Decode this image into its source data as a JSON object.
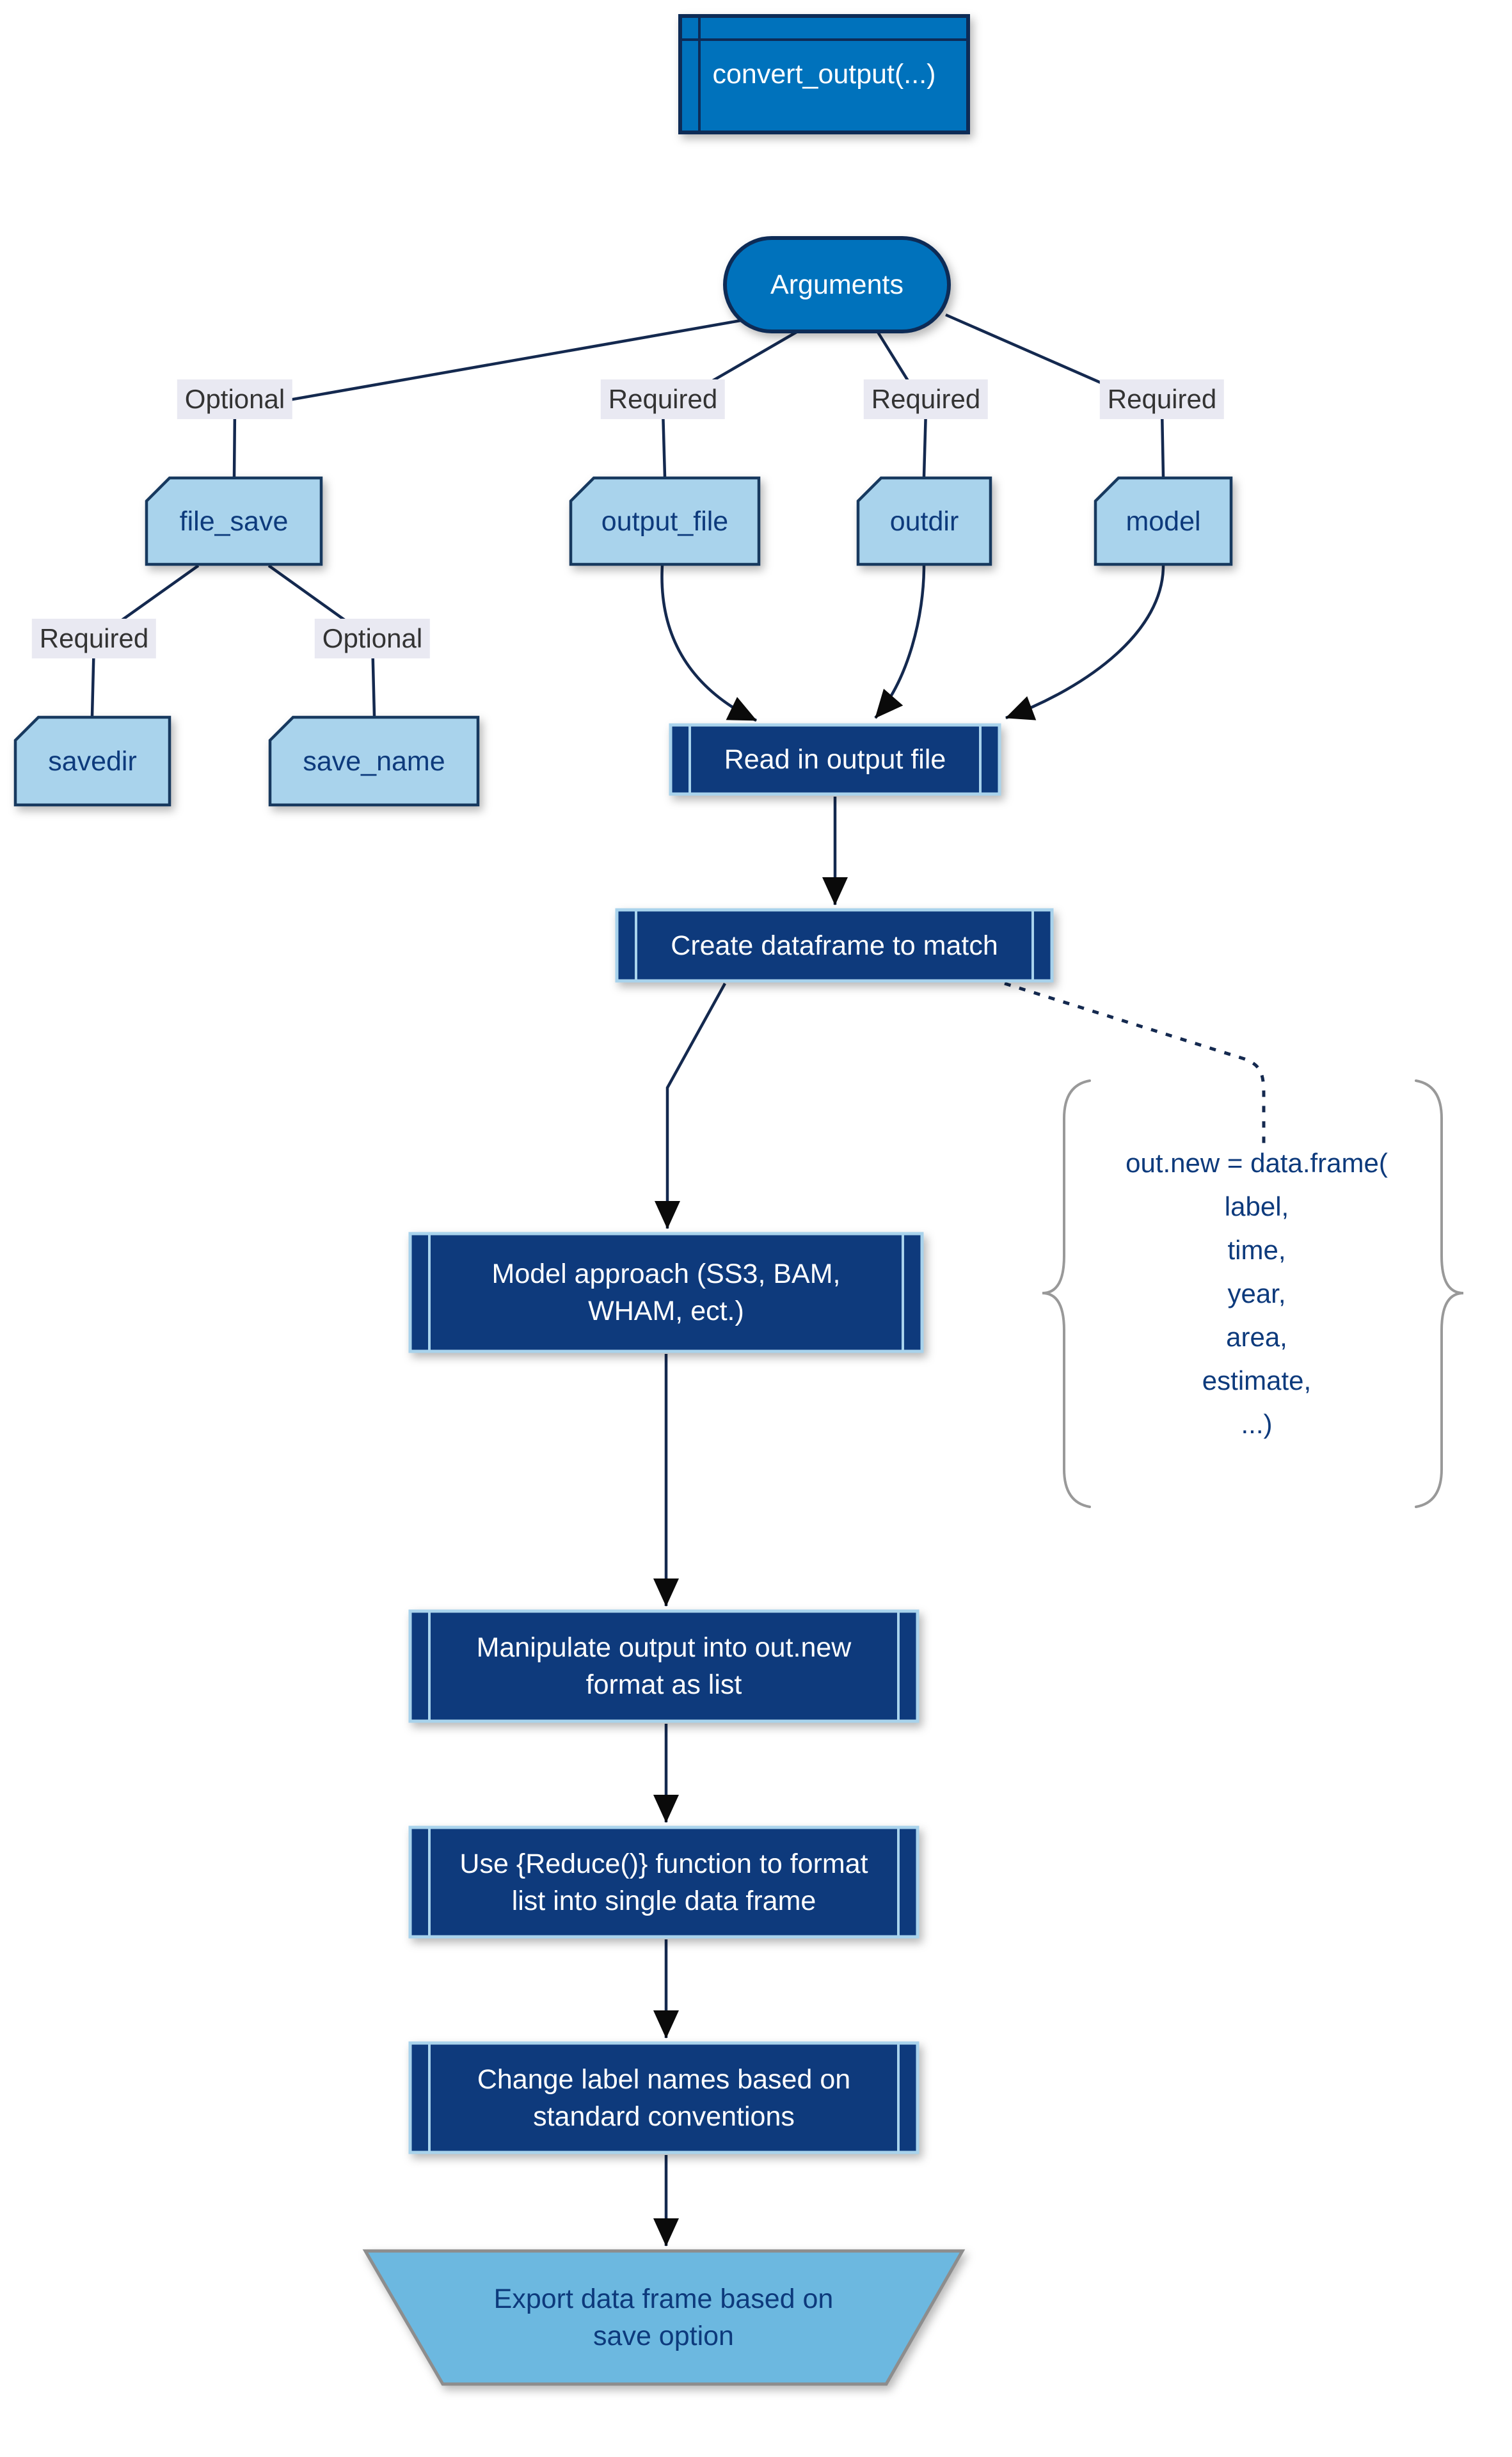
{
  "diagram": {
    "title_node": "convert_output(...)",
    "root_node": "Arguments",
    "argument_nodes": {
      "file_save": "file_save",
      "output_file": "output_file",
      "outdir": "outdir",
      "model": "model",
      "savedir": "savedir",
      "save_name": "save_name"
    },
    "process_nodes": {
      "read_output": "Read in output file",
      "create_dataframe": "Create dataframe to match",
      "model_approach": "Model approach (SS3, BAM, WHAM, ect.)",
      "manipulate": "Manipulate output into out.new format as list",
      "reduce": "Use {Reduce()} function to format list into single data frame",
      "change_labels": "Change label names based on standard conventions"
    },
    "terminal_node": "Export data frame based on save option",
    "edge_labels": {
      "arguments_file_save": "Optional",
      "arguments_output_file": "Required",
      "arguments_outdir": "Required",
      "arguments_model": "Required",
      "file_save_savedir": "Required",
      "file_save_save_name": "Optional"
    },
    "note": {
      "lines": [
        "out.new = data.frame(",
        "label,",
        "time,",
        "year,",
        "area,",
        "estimate,",
        "...)"
      ]
    }
  },
  "colors": {
    "blue_primary": "#0072bc",
    "navy_border": "#0d2b56",
    "navy_box": "#0e3a7c",
    "light_blue": "#a9d3ec",
    "navy_text": "#0d3a7c",
    "label_bg": "#e9e9f2",
    "label_text": "#333333",
    "edge_color": "#14294f",
    "trap_fill": "#6cb8e0",
    "trap_border": "#8d8d8d",
    "brace_color": "#999999"
  }
}
